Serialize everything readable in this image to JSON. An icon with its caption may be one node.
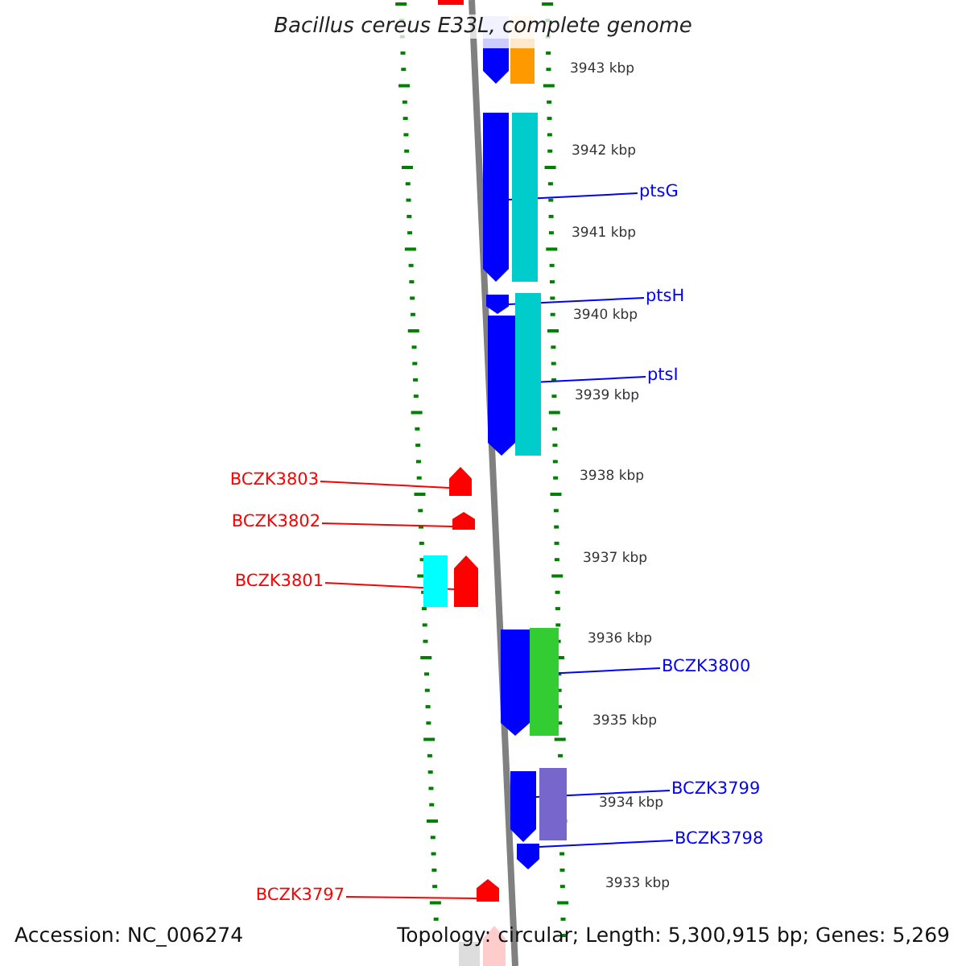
{
  "diagram": {
    "title": "Bacillus cereus E33L, complete genome",
    "nodes": [
      {
        "text": [
          "ptsG"
        ]
      },
      {
        "text": [
          "ptsH"
        ]
      },
      {
        "text": [
          "ptsI"
        ]
      },
      {
        "text": [
          "BCZK3803"
        ]
      },
      {
        "text": [
          "BCZK3802"
        ]
      },
      {
        "text": [
          "BCZK3801"
        ]
      },
      {
        "text": [
          "BCZK3800"
        ]
      },
      {
        "text": [
          "BCZK3799"
        ]
      },
      {
        "text": [
          "BCZK3798"
        ]
      },
      {
        "text": [
          "BCZK3797"
        ]
      },
      {
        "text": [],
        "shape": "bar"
      },
      {
        "text": [],
        "shape": "bar"
      },
      {
        "text": [],
        "shape": "bar"
      },
      {
        "text": [],
        "shape": "bar"
      },
      {
        "text": [],
        "shape": "bar"
      },
      {
        "text": [],
        "shape": "bar"
      },
      {
        "text": [],
        "shape": "bar"
      },
      {
        "text": [],
        "shape": "bar"
      },
      {
        "text": [],
        "shape": "bar"
      },
      {
        "text": [],
        "shape": "bar"
      }
    ],
    "edges": [
      {
        "from": 0,
        "to": 10,
        "arrow": "none"
      },
      {
        "from": 1,
        "to": 11,
        "arrow": "none"
      },
      {
        "from": 2,
        "to": 12,
        "arrow": "none"
      },
      {
        "from": 3,
        "to": 13,
        "arrow": "none",
        "color": "#ff0000"
      },
      {
        "from": 4,
        "to": 14,
        "arrow": "none",
        "color": "#ff0000"
      },
      {
        "from": 5,
        "to": 15,
        "arrow": "none",
        "color": "#ff0000"
      },
      {
        "from": 6,
        "to": 16,
        "arrow": "none"
      },
      {
        "from": 7,
        "to": 17,
        "arrow": "none"
      },
      {
        "from": 8,
        "to": 18,
        "arrow": "none"
      },
      {
        "from": 9,
        "to": 19,
        "arrow": "none",
        "color": "#ff0000"
      }
    ],
    "labels": [
      "3943 kbp",
      "3942 kbp",
      "3941 kbp",
      "3940 kbp",
      "3939 kbp",
      "3938 kbp",
      "3937 kbp",
      "3936 kbp",
      "3935 kbp",
      "3934 kbp",
      "3933 kbp",
      "Accession: NC_006274",
      "Topology: circular; Length: 5,300,915 bp; Genes: 5,269"
    ]
  }
}
